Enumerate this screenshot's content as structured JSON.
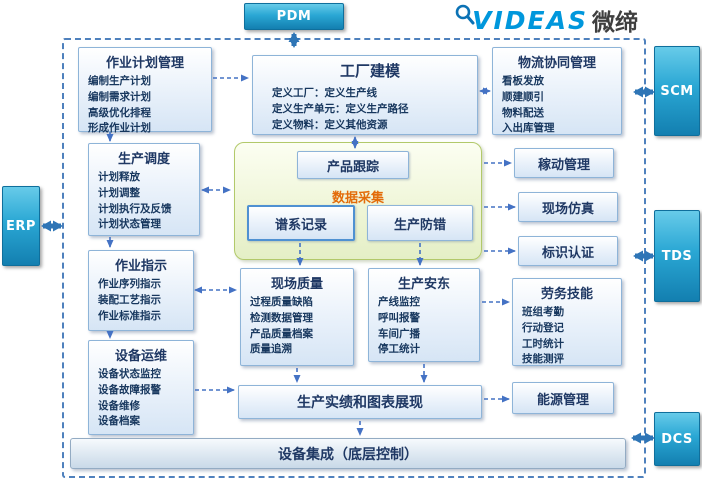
{
  "colors": {
    "accent_blue": "#4472c4",
    "frame_dash_blue": "#4f81bd",
    "external_teal": "#2aa7d4",
    "collection_orange": "#e36c0a",
    "collection_green_border": "#b2c96a",
    "logo_blue": "#0097dc"
  },
  "logo": {
    "brand": "VIDEAS",
    "brand_cn": "微缔"
  },
  "external": {
    "pdm": "PDM",
    "erp": "ERP",
    "scm": "SCM",
    "tds": "TDS",
    "dcs": "DCS"
  },
  "modules": {
    "job_planning": {
      "title": "作业计划管理",
      "items": [
        "编制生产计划",
        "编制需求计划",
        "高级优化排程",
        "形成作业计划"
      ]
    },
    "scheduling": {
      "title": "生产调度",
      "items": [
        "计划释放",
        "计划调整",
        "计划执行及反馈",
        "计划状态管理"
      ]
    },
    "instruction": {
      "title": "作业指示",
      "items": [
        "作业序列指示",
        "装配工艺指示",
        "作业标准指示"
      ]
    },
    "equipment": {
      "title": "设备运维",
      "items": [
        "设备状态监控",
        "设备故障报警",
        "设备维修",
        "设备档案"
      ]
    },
    "factory": {
      "title": "工厂建模",
      "items": [
        "定义工厂：定义生产线",
        "定义生产单元：定义生产路径",
        "定义物料：定义其他资源"
      ]
    },
    "collection": {
      "title": "数据采集",
      "product_tracking": "产品跟踪",
      "genealogy": "谱系记录",
      "error_proofing": "生产防错"
    },
    "quality": {
      "title": "现场质量",
      "items": [
        "过程质量缺陷",
        "检测数据管理",
        "产品质量档案",
        "质量追溯"
      ]
    },
    "andon": {
      "title": "生产安东",
      "items": [
        "产线监控",
        "呼叫报警",
        "车间广播",
        "停工统计"
      ]
    },
    "performance": {
      "title": "生产实绩和图表展现"
    },
    "integration": {
      "title": "设备集成（底层控制）"
    },
    "logistics": {
      "title": "物流协同管理",
      "items": [
        "看板发放",
        "顺建顺引",
        "物料配送",
        "入出库管理"
      ]
    },
    "utilization": {
      "title": "稼动管理"
    },
    "simulation": {
      "title": "现场仿真"
    },
    "identification": {
      "title": "标识认证"
    },
    "labor": {
      "title": "劳务技能",
      "items": [
        "班组考勤",
        "行动登记",
        "工时统计",
        "技能测评"
      ]
    },
    "energy": {
      "title": "能源管理"
    }
  }
}
